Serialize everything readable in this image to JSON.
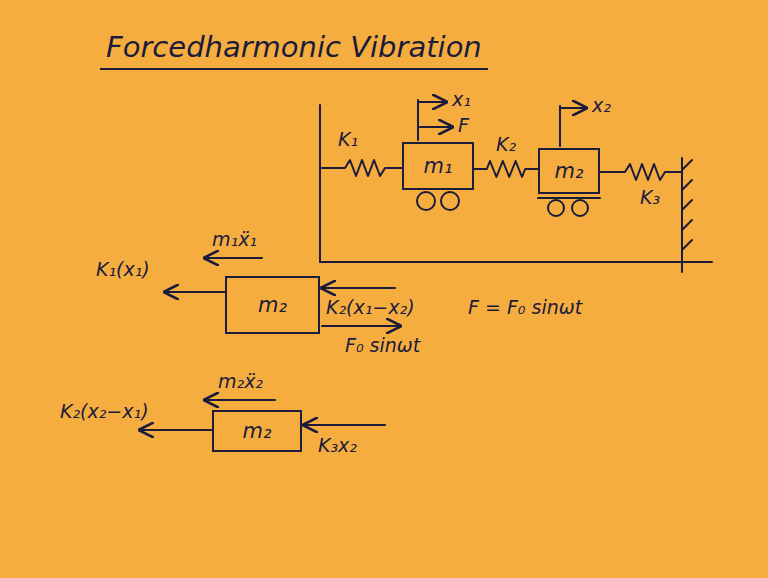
{
  "diagram": {
    "title": "Forcedharmonic Vibration",
    "nodes": [
      {
        "text": [
          "m₁"
        ]
      },
      {
        "text": [
          "m₂"
        ]
      },
      {
        "text": [
          "m₂"
        ]
      },
      {
        "text": [
          "m₂"
        ]
      }
    ],
    "edges": [
      {
        "from": 0,
        "to": 1,
        "arrow": "none",
        "label": "K₂"
      }
    ],
    "labels": [
      "K₁",
      "x₁",
      "F",
      "x₂",
      "K₃",
      "F = F₀ sinωt",
      "m₁ẍ₁",
      "K₁(x₁)",
      "K₂(x₁−x₂)",
      "F₀ sinωt",
      "m₂ẍ₂",
      "K₂(x₂−x₁)",
      "K₃x₂"
    ]
  }
}
